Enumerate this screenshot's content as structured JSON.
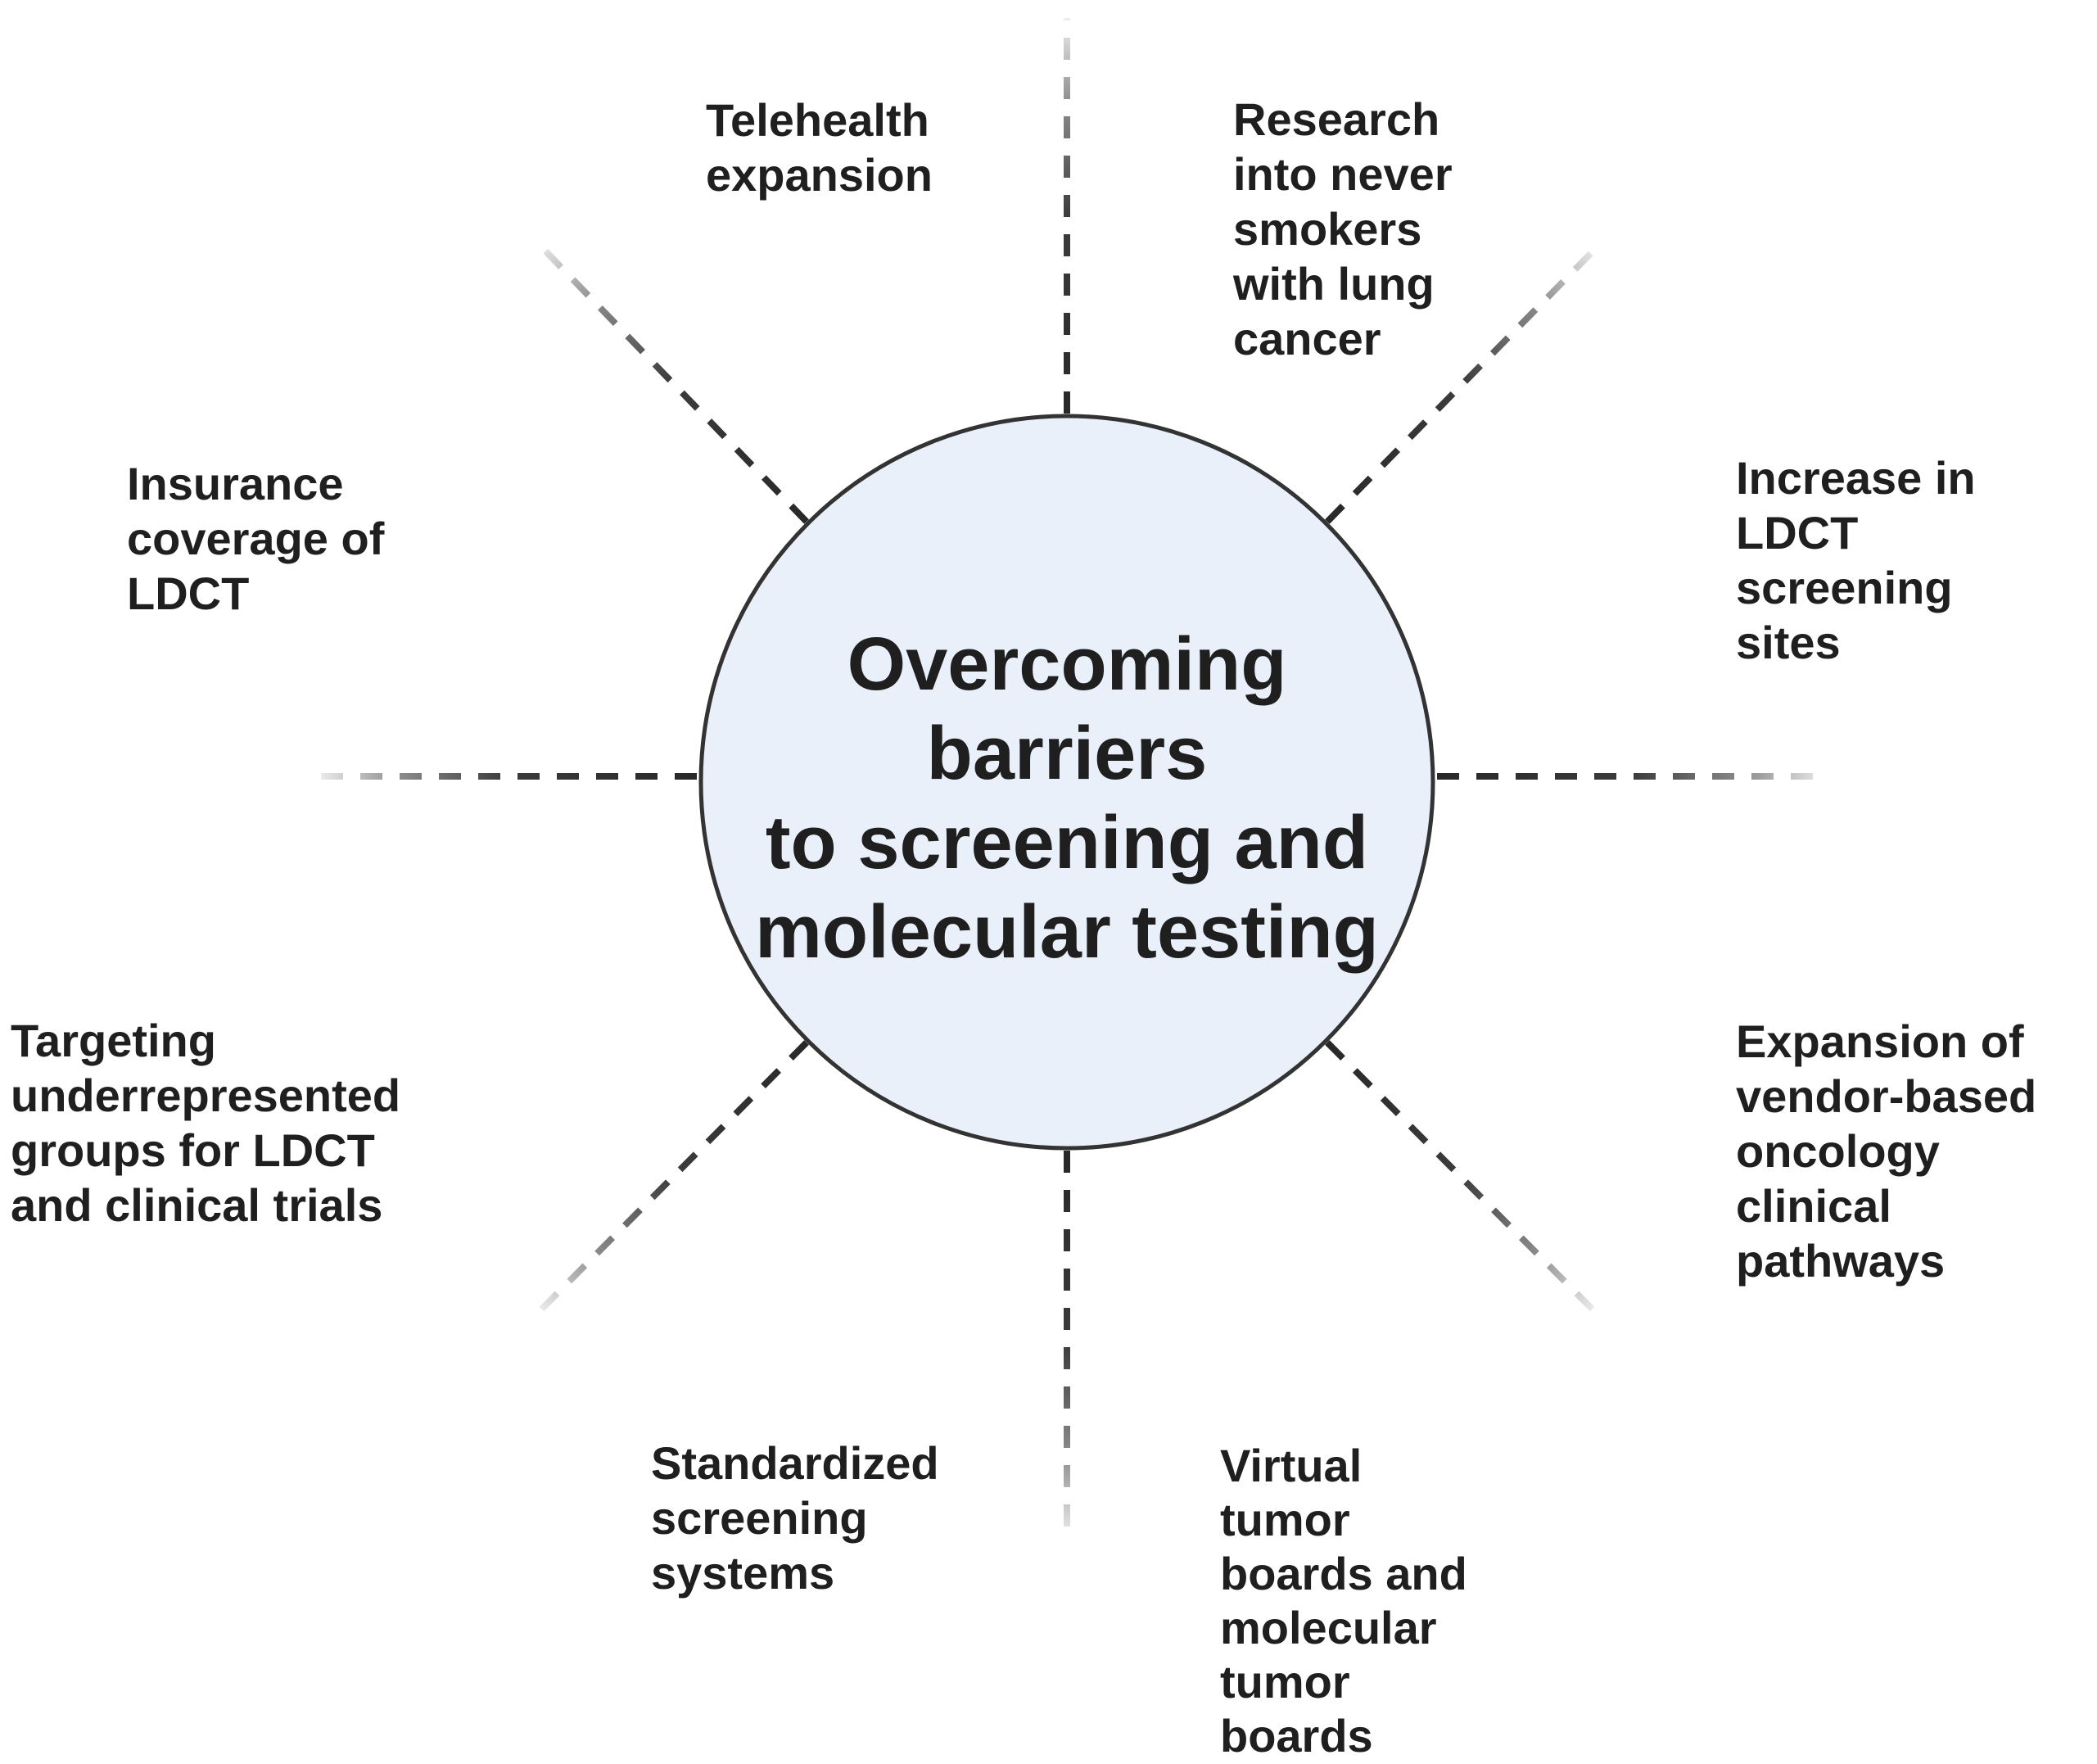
{
  "diagram": {
    "center": {
      "label": "Overcoming barriers\nto screening and\nmolecular testing",
      "fill_color": "#eaf0fa",
      "border_color": "#333333",
      "text_color": "#1f1f1f"
    },
    "spokes": [
      {
        "id": "telehealth-expansion",
        "label": "Telehealth\nexpansion"
      },
      {
        "id": "research-never-smokers",
        "label": "Research\ninto never\nsmokers\nwith lung\ncancer"
      },
      {
        "id": "increase-ldct-screening-sites",
        "label": "Increase in\nLDCT\nscreening\nsites"
      },
      {
        "id": "expansion-vendor-pathways",
        "label": "Expansion of\nvendor-based\noncology clinical\npathways"
      },
      {
        "id": "virtual-tumor-boards",
        "label": "Virtual\ntumor\nboards and\nmolecular\ntumor\nboards"
      },
      {
        "id": "standardized-screening",
        "label": "Standardized\nscreening\nsystems"
      },
      {
        "id": "targeting-underrepresented",
        "label": "Targeting\nunderrepresented\ngroups for LDCT\nand clinical trials"
      },
      {
        "id": "insurance-coverage-ldct",
        "label": "Insurance\ncoverage of\nLDCT"
      }
    ],
    "spoke_line_style": {
      "dark_end_color": "#2b2b2b",
      "light_end_color": "#eeeeee",
      "pattern": "dashed"
    }
  }
}
